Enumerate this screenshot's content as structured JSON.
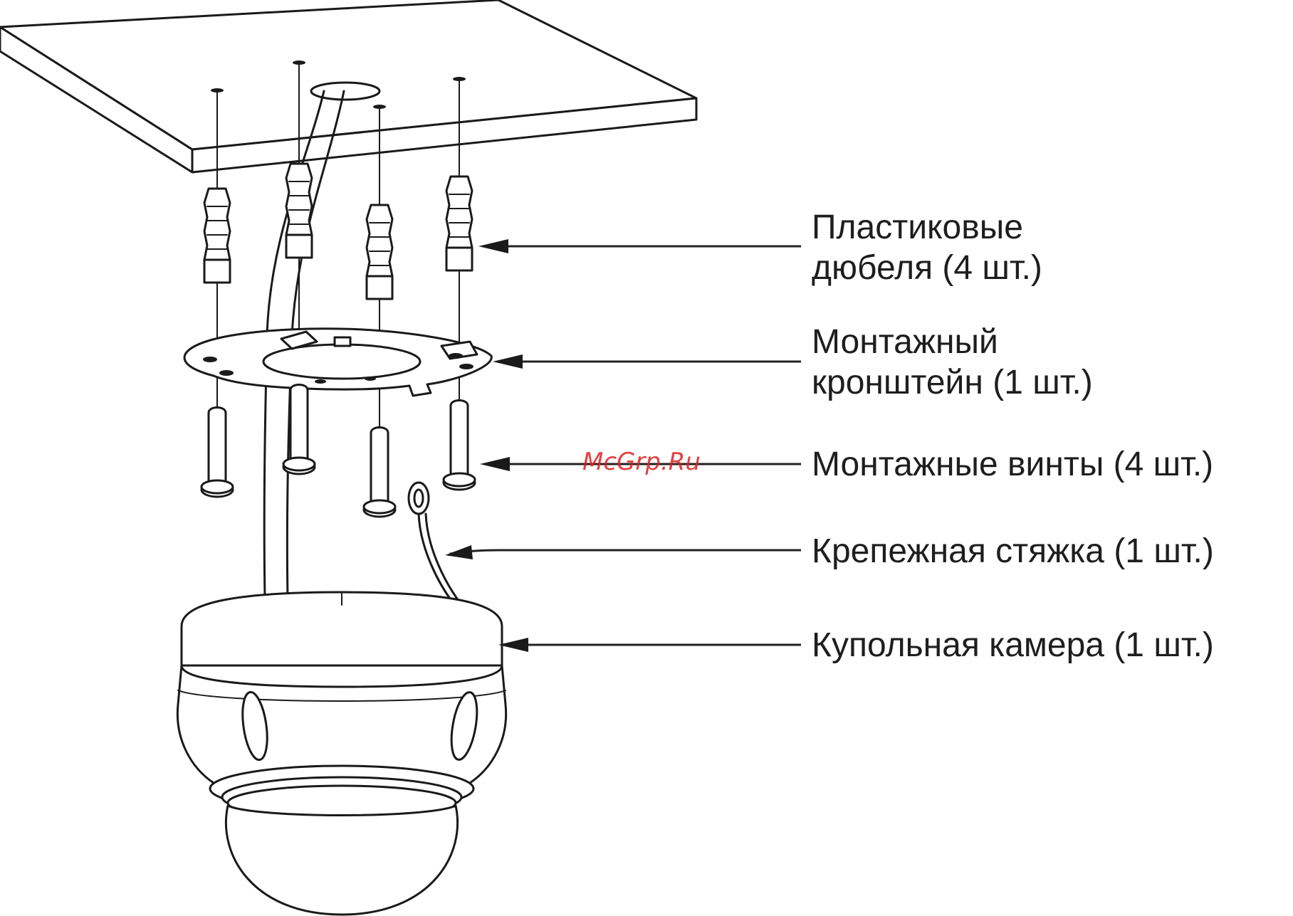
{
  "labels": {
    "anchors_line1": "Пластиковые",
    "anchors_line2": "дюбеля (4 шт.)",
    "bracket_line1": "Монтажный",
    "bracket_line2": "кронштейн (1 шт.)",
    "screws": "Монтажные винты (4 шт.)",
    "tether": "Крепежная стяжка (1 шт.)",
    "camera": "Купольная камера (1 шт.)"
  },
  "watermark": "McGrp.Ru",
  "colors": {
    "ink": "#1a1a1a",
    "watermark": "#e02020",
    "background": "#ffffff"
  }
}
